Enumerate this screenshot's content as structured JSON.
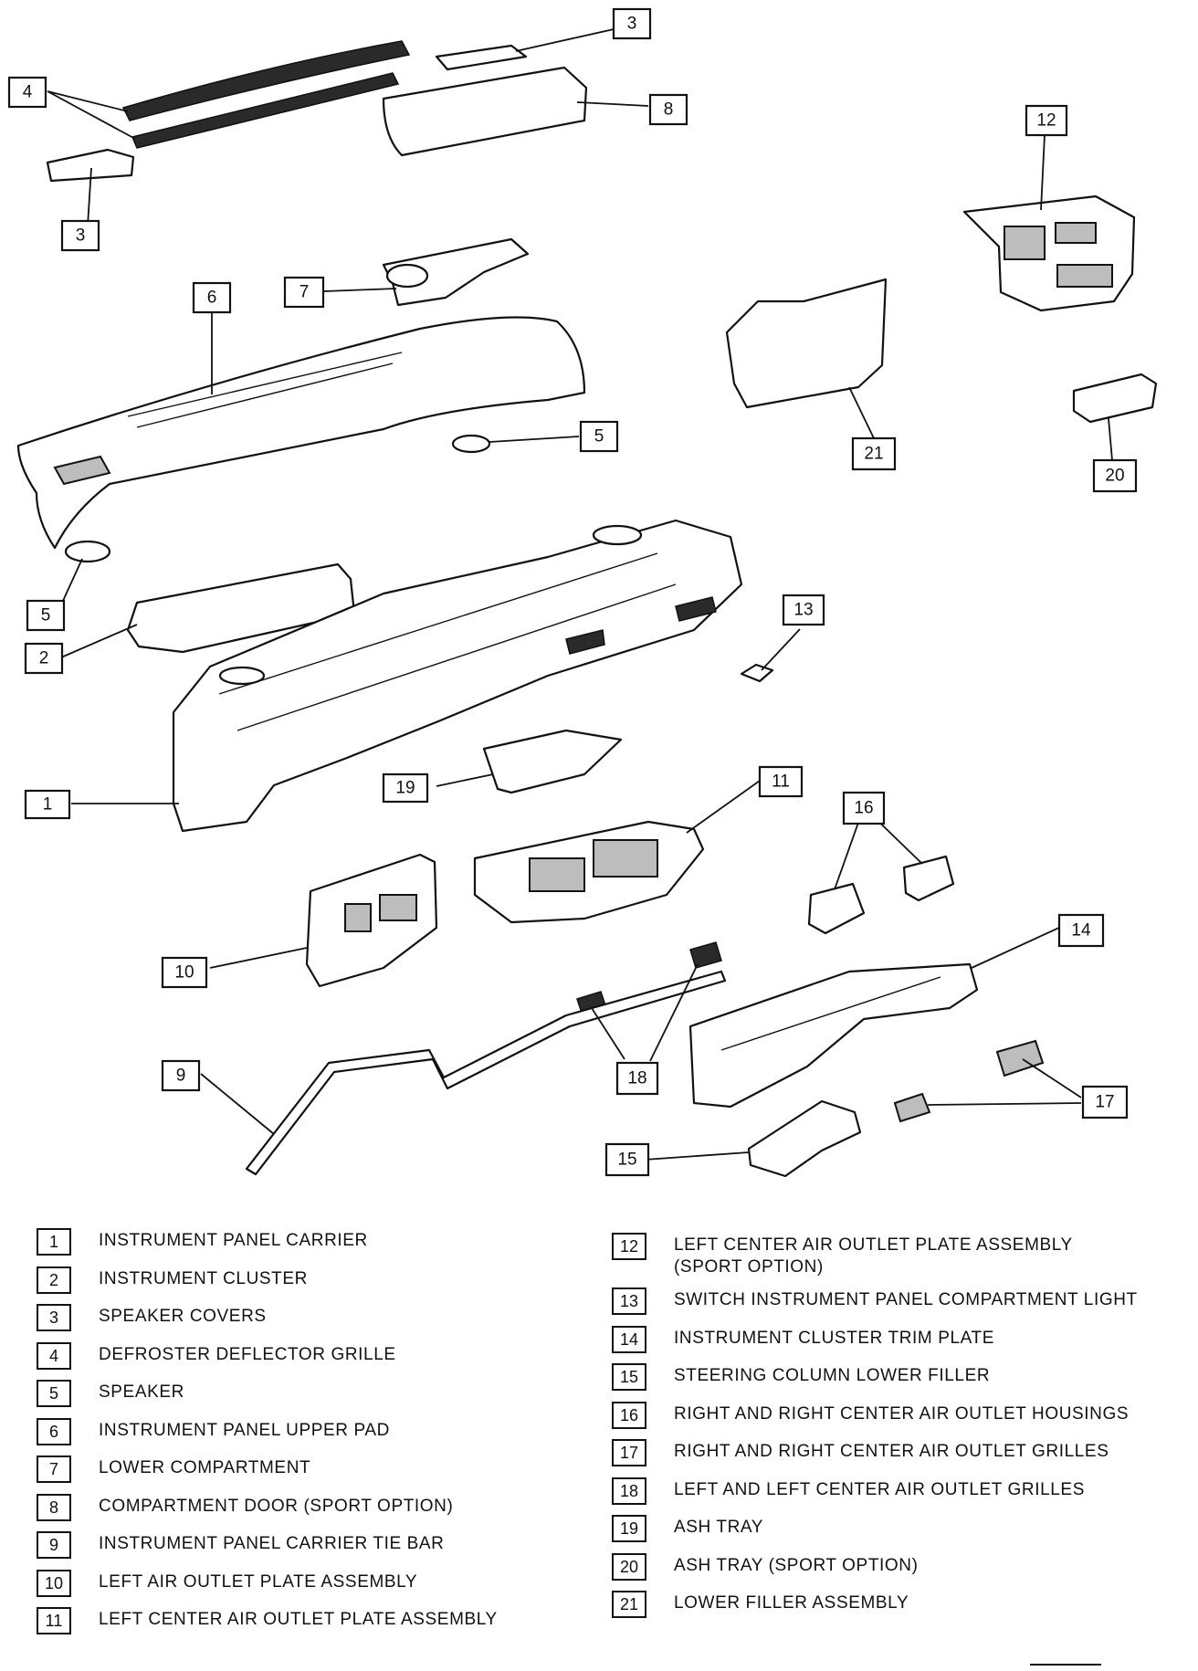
{
  "diagram": {
    "callouts": [
      "1",
      "2",
      "3",
      "3",
      "4",
      "5",
      "5",
      "6",
      "7",
      "8",
      "9",
      "10",
      "11",
      "12",
      "13",
      "14",
      "15",
      "16",
      "17",
      "18",
      "19",
      "20",
      "21"
    ]
  },
  "legend": [
    {
      "num": "1",
      "label": "INSTRUMENT PANEL CARRIER"
    },
    {
      "num": "2",
      "label": "INSTRUMENT CLUSTER"
    },
    {
      "num": "3",
      "label": "SPEAKER COVERS"
    },
    {
      "num": "4",
      "label": "DEFROSTER DEFLECTOR GRILLE"
    },
    {
      "num": "5",
      "label": "SPEAKER"
    },
    {
      "num": "6",
      "label": "INSTRUMENT PANEL UPPER PAD"
    },
    {
      "num": "7",
      "label": "LOWER COMPARTMENT"
    },
    {
      "num": "8",
      "label": "COMPARTMENT DOOR (SPORT OPTION)"
    },
    {
      "num": "9",
      "label": "INSTRUMENT PANEL CARRIER TIE BAR"
    },
    {
      "num": "10",
      "label": "LEFT AIR OUTLET PLATE ASSEMBLY"
    },
    {
      "num": "11",
      "label": "LEFT CENTER AIR OUTLET PLATE ASSEMBLY"
    },
    {
      "num": "12",
      "label": "LEFT CENTER AIR OUTLET PLATE ASSEMBLY",
      "sub": "(SPORT OPTION)"
    },
    {
      "num": "13",
      "label": "SWITCH INSTRUMENT PANEL COMPARTMENT LIGHT"
    },
    {
      "num": "14",
      "label": "INSTRUMENT CLUSTER TRIM PLATE"
    },
    {
      "num": "15",
      "label": "STEERING COLUMN LOWER FILLER"
    },
    {
      "num": "16",
      "label": "RIGHT AND RIGHT CENTER AIR OUTLET HOUSINGS"
    },
    {
      "num": "17",
      "label": "RIGHT AND RIGHT CENTER AIR OUTLET GRILLES"
    },
    {
      "num": "18",
      "label": "LEFT AND LEFT CENTER AIR OUTLET GRILLES"
    },
    {
      "num": "19",
      "label": "ASH TRAY"
    },
    {
      "num": "20",
      "label": "ASH TRAY (SPORT OPTION)"
    },
    {
      "num": "21",
      "label": "LOWER FILLER ASSEMBLY"
    }
  ]
}
